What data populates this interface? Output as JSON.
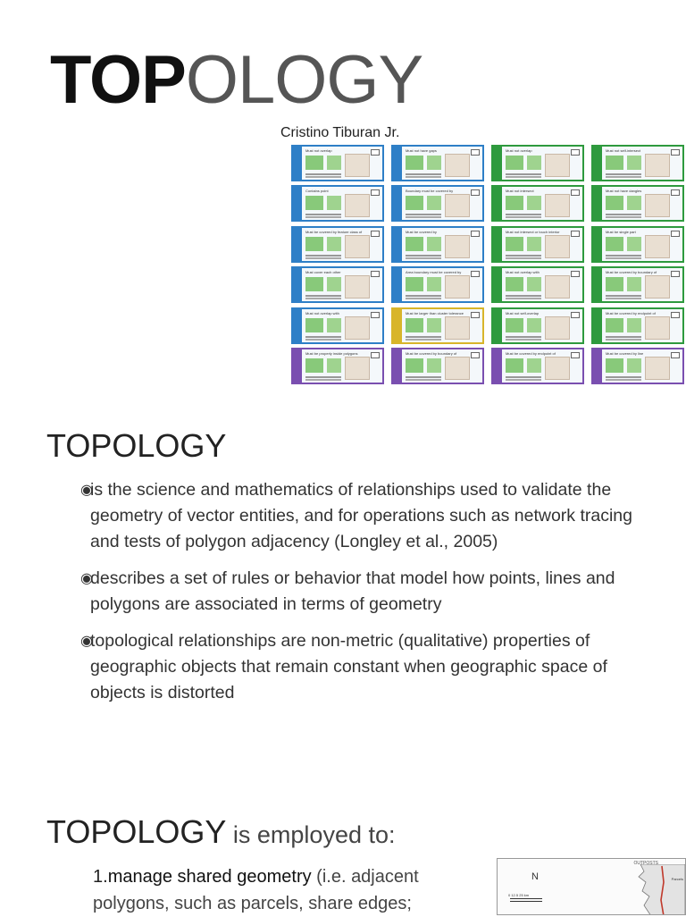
{
  "header": {
    "title_bold": "TOP",
    "title_light": "OLOGY",
    "author": "Cristino Tiburan Jr."
  },
  "rules_poster": {
    "cards": [
      {
        "category": "Polygon",
        "color": "#2e7fc7",
        "title": "Must not overlap"
      },
      {
        "category": "Polygon",
        "color": "#2e7fc7",
        "title": "Must not have gaps"
      },
      {
        "category": "Line",
        "color": "#2e9a3e",
        "title": "Must not overlap"
      },
      {
        "category": "Line",
        "color": "#2e9a3e",
        "title": "Must not self-intersect"
      },
      {
        "category": "Polygon",
        "color": "#2e7fc7",
        "title": "Contains point"
      },
      {
        "category": "Polygon",
        "color": "#2e7fc7",
        "title": "Boundary must be covered by"
      },
      {
        "category": "Line",
        "color": "#2e9a3e",
        "title": "Must not intersect"
      },
      {
        "category": "Line",
        "color": "#2e9a3e",
        "title": "Must not have dangles"
      },
      {
        "category": "Polygon",
        "color": "#2e7fc7",
        "title": "Must be covered by feature class of"
      },
      {
        "category": "Polygon",
        "color": "#2e7fc7",
        "title": "Must be covered by"
      },
      {
        "category": "Line",
        "color": "#2e9a3e",
        "title": "Must not intersect or touch interior"
      },
      {
        "category": "Line",
        "color": "#2e9a3e",
        "title": "Must be single part"
      },
      {
        "category": "Polygon",
        "color": "#2e7fc7",
        "title": "Must cover each other"
      },
      {
        "category": "Polygon",
        "color": "#2e7fc7",
        "title": "Area boundary must be covered by"
      },
      {
        "category": "Line",
        "color": "#2e9a3e",
        "title": "Must not overlap with"
      },
      {
        "category": "Line",
        "color": "#2e9a3e",
        "title": "Must be covered by boundary of"
      },
      {
        "category": "Polygon",
        "color": "#2e7fc7",
        "title": "Must not overlap with"
      },
      {
        "category": "Line and Point",
        "color": "#d8b52a",
        "title": "Must be larger than cluster tolerance"
      },
      {
        "category": "Line",
        "color": "#2e9a3e",
        "title": "Must not self-overlap"
      },
      {
        "category": "Line",
        "color": "#2e9a3e",
        "title": "Must be covered by endpoint of"
      },
      {
        "category": "Point",
        "color": "#7a4fb0",
        "title": "Must be properly inside polygons"
      },
      {
        "category": "Point",
        "color": "#7a4fb0",
        "title": "Must be covered by boundary of"
      },
      {
        "category": "Point",
        "color": "#7a4fb0",
        "title": "Must be covered by endpoint of"
      },
      {
        "category": "Point",
        "color": "#7a4fb0",
        "title": "Must be covered by line"
      }
    ]
  },
  "section1": {
    "heading": "TOPOLOGY",
    "bullet_mark": "◉",
    "bullets": [
      "is the science and mathematics of relationships used to validate the geometry of vector entities, and for operations such as network tracing and tests of polygon adjacency (Longley et al., 2005)",
      "describes a set of rules or behavior that model how points, lines and polygons are associated in terms of geometry",
      "topological relationships are non-metric (qualitative) properties of geographic objects that remain constant when geographic space of objects is distorted"
    ]
  },
  "section2": {
    "heading_main": "TOPOLOGY",
    "heading_rest": " is employed to:",
    "items": [
      {
        "number": "1.",
        "keyword": "manage shared geometry",
        "rest": " (i.e. adjacent polygons, such as parcels, share edges;"
      }
    ]
  },
  "map_figure": {
    "label": "OUTPOSTS",
    "north": "N",
    "scale_label": "0    12.5    25 km",
    "inset_label": "Parcels"
  }
}
